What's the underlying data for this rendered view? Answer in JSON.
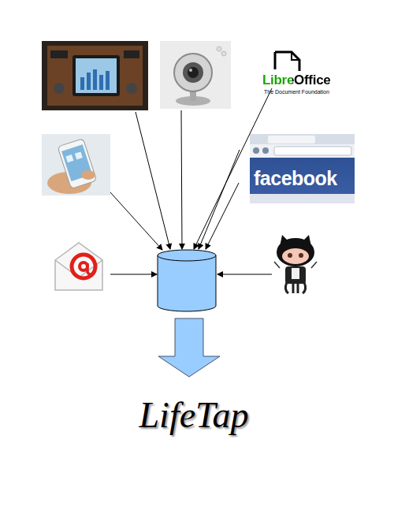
{
  "diagram": {
    "title": "LifeTap",
    "labels": [
      "LibreOffice",
      "The Document Foundation",
      "facebook"
    ]
  }
}
